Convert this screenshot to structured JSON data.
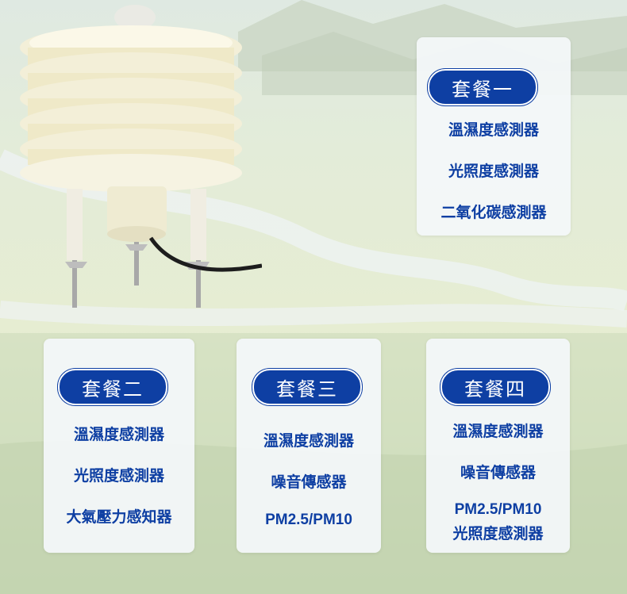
{
  "colors": {
    "accent": "#0e3fa3",
    "card_bg": "#f4f7fa"
  },
  "product_image": "weather-sensor-louver-shield",
  "packages": [
    {
      "title": "套餐一",
      "items": [
        "溫濕度感測器",
        "光照度感測器",
        "二氧化碳感測器"
      ]
    },
    {
      "title": "套餐二",
      "items": [
        "溫濕度感測器",
        "光照度感測器",
        "大氣壓力感知器"
      ]
    },
    {
      "title": "套餐三",
      "items": [
        "溫濕度感測器",
        "噪音傳感器",
        "PM2.5/PM10"
      ]
    },
    {
      "title": "套餐四",
      "items": [
        "溫濕度感測器",
        "噪音傳感器",
        "PM2.5/PM10",
        "光照度感測器"
      ]
    }
  ]
}
